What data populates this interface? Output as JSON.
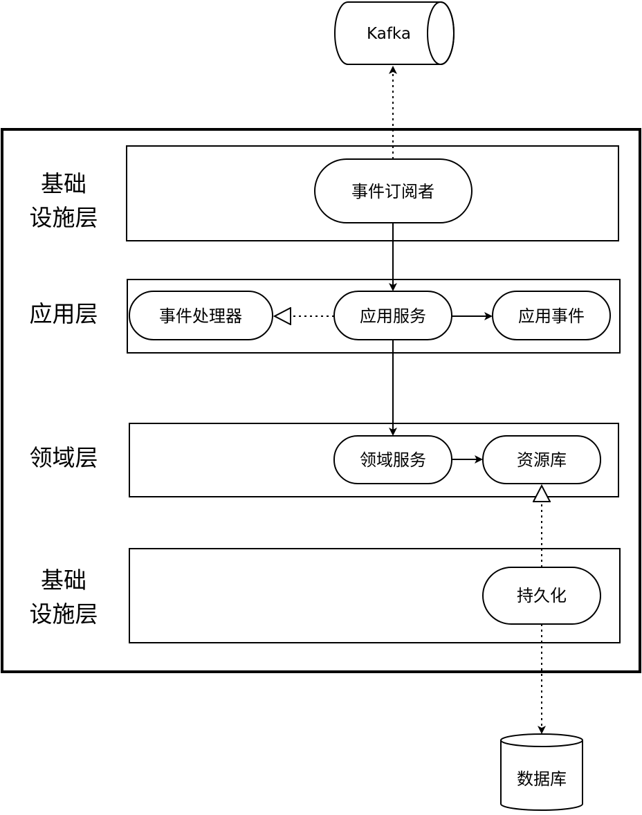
{
  "external": {
    "kafka": "Kafka",
    "database": "数据库"
  },
  "layers": [
    {
      "label_line1": "基础",
      "label_line2": "设施层"
    },
    {
      "label_line1": "应用层"
    },
    {
      "label_line1": "领域层"
    },
    {
      "label_line1": "基础",
      "label_line2": "设施层"
    }
  ],
  "nodes": {
    "event_subscriber": "事件订阅者",
    "event_handler": "事件处理器",
    "application_service": "应用服务",
    "application_event": "应用事件",
    "domain_service": "领域服务",
    "repository": "资源库",
    "persistence": "持久化"
  }
}
